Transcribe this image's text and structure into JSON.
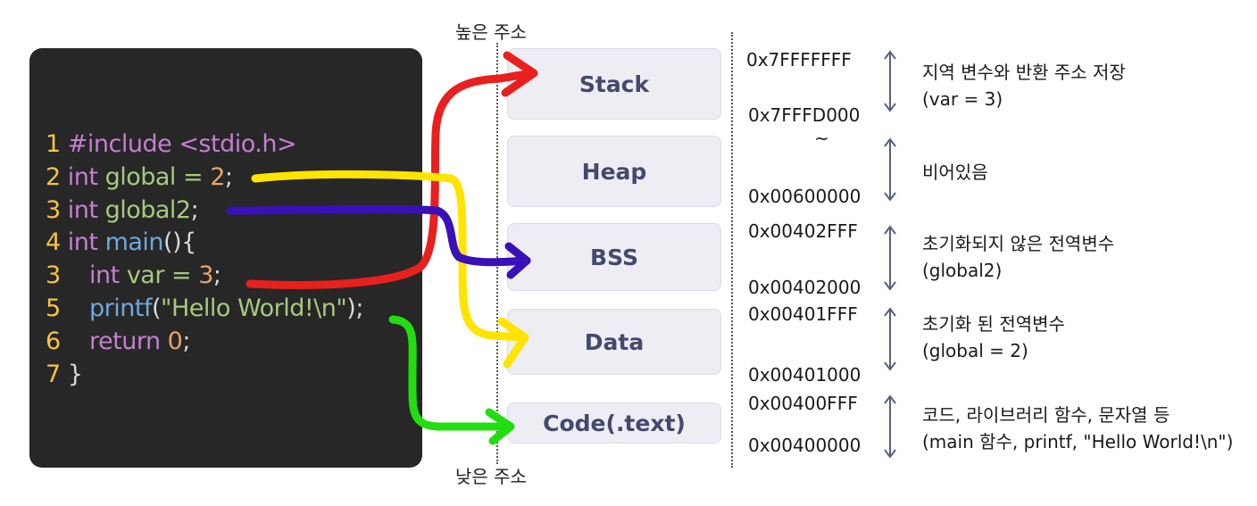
{
  "address_labels": {
    "high": "높은 주소",
    "low": "낮은 주소"
  },
  "code_lines": [
    {
      "num": "1",
      "tokens": [
        {
          "t": "#include ",
          "c": "kw"
        },
        {
          "t": "<stdio.h>",
          "c": "kw"
        }
      ]
    },
    {
      "num": "2",
      "tokens": [
        {
          "t": "int ",
          "c": "kw"
        },
        {
          "t": "global = ",
          "c": "var"
        },
        {
          "t": "2",
          "c": "lit"
        },
        {
          "t": ";",
          "c": "punc"
        }
      ]
    },
    {
      "num": "3",
      "tokens": [
        {
          "t": "int ",
          "c": "kw"
        },
        {
          "t": "global2",
          "c": "var"
        },
        {
          "t": ";",
          "c": "punc"
        }
      ]
    },
    {
      "num": "4",
      "tokens": [
        {
          "t": "int ",
          "c": "kw"
        },
        {
          "t": "main",
          "c": "fn"
        },
        {
          "t": "(){",
          "c": "punc"
        }
      ]
    },
    {
      "num": "3",
      "tokens": [
        {
          "t": "   int ",
          "c": "kw"
        },
        {
          "t": "var = ",
          "c": "var"
        },
        {
          "t": "3",
          "c": "lit"
        },
        {
          "t": ";",
          "c": "punc"
        }
      ]
    },
    {
      "num": "5",
      "tokens": [
        {
          "t": "   printf",
          "c": "fn"
        },
        {
          "t": "(",
          "c": "punc"
        },
        {
          "t": "\"Hello World!\\n\"",
          "c": "str"
        },
        {
          "t": ");",
          "c": "punc"
        }
      ]
    },
    {
      "num": "6",
      "tokens": [
        {
          "t": "   return ",
          "c": "kw"
        },
        {
          "t": "0",
          "c": "lit"
        },
        {
          "t": ";",
          "c": "punc"
        }
      ]
    },
    {
      "num": "7",
      "tokens": [
        {
          "t": "}",
          "c": "punc"
        }
      ]
    }
  ],
  "segments": [
    {
      "name": "Stack"
    },
    {
      "name": "Heap"
    },
    {
      "name": "BSS"
    },
    {
      "name": "Data"
    },
    {
      "name": "Code(.text)"
    }
  ],
  "addresses": {
    "stack_top": "0x7FFFFFFF",
    "stack_bottom": "0x7FFFD000",
    "tilde": "~",
    "heap_bottom": "0x00600000",
    "bss_top": "0x00402FFF",
    "bss_bottom": "0x00402000",
    "data_top": "0x00401FFF",
    "data_bottom": "0x00401000",
    "code_top": "0x00400FFF",
    "code_bottom": "0x00400000"
  },
  "descriptions": {
    "stack": [
      "지역 변수와 반환 주소 저장",
      "(var = 3)"
    ],
    "heap": [
      "비어있음"
    ],
    "bss": [
      "초기화되지 않은 전역변수",
      "(global2)"
    ],
    "data": [
      "초기화 된 전역변수",
      "(global = 2)"
    ],
    "code": [
      "코드, 라이브러리 함수, 문자열 등",
      "(main 함수, printf, \"Hello World!\\n\")"
    ]
  },
  "colors": {
    "arrow_stack": "#e8201e",
    "arrow_data": "#ffe400",
    "arrow_bss": "#3a10b8",
    "arrow_code": "#22dd10",
    "range_arrow": "#556080"
  }
}
